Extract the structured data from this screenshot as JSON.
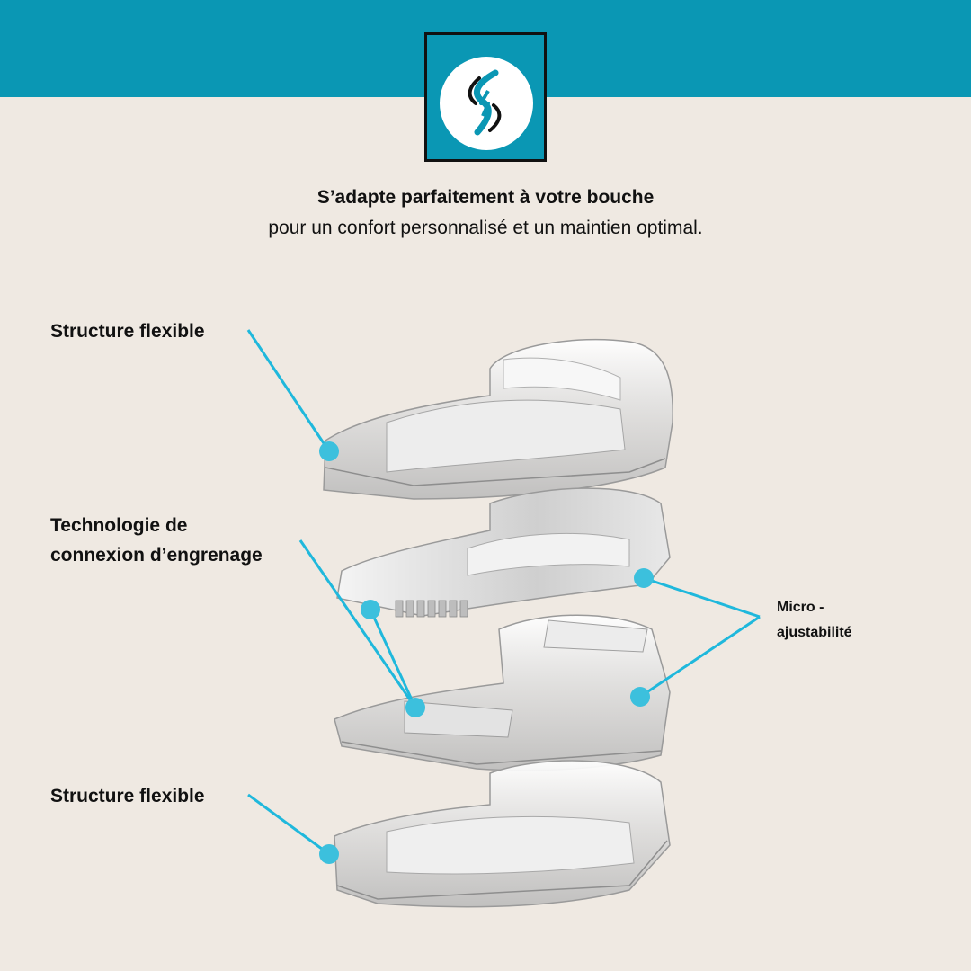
{
  "header": {
    "brand_color": "#0a97b4",
    "logo": "brand-logo-icon"
  },
  "intro": {
    "headline": "S’adapte parfaitement à votre bouche",
    "subline": "pour un confort personnalisé et un maintien optimal."
  },
  "callouts": {
    "top_left": "Structure flexible",
    "middle_left_line1": "Technologie de",
    "middle_left_line2": "connexion d’engrenage",
    "right_line1": "Micro -",
    "right_line2": "ajustabilité",
    "bottom_left": "Structure flexible"
  },
  "colors": {
    "background": "#efe9e2",
    "pointer": "#1fb8dc",
    "text": "#111111"
  }
}
